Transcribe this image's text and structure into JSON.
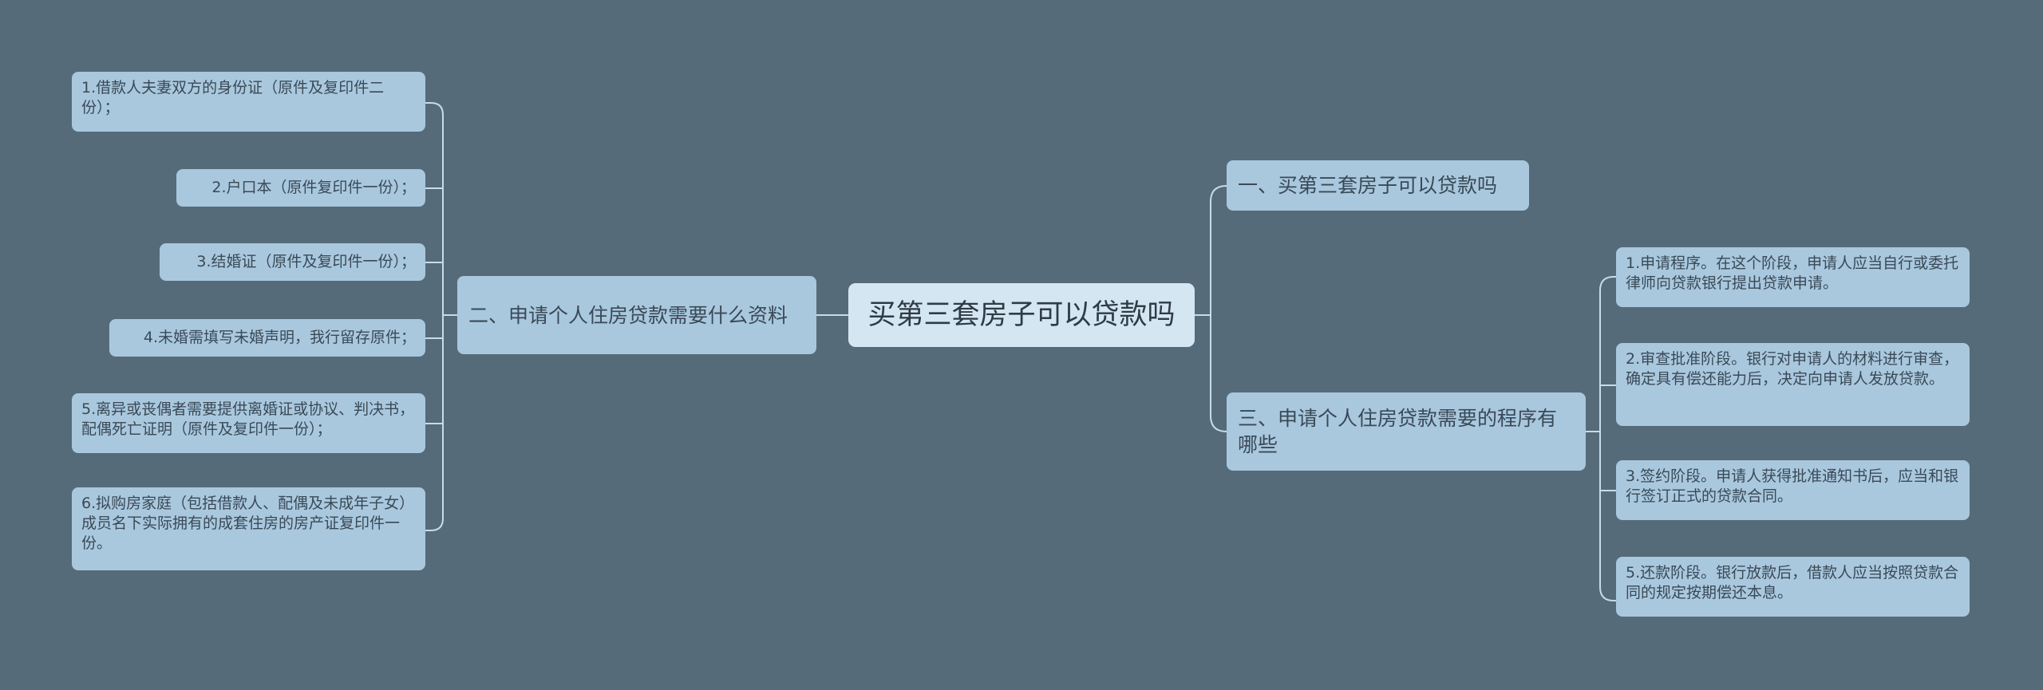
{
  "root": {
    "label": "买第三套房子可以贷款吗"
  },
  "left_branch": {
    "label": "二、申请个人住房贷款需要什么资料",
    "items": [
      "1.借款人夫妻双方的身份证（原件及复印件二份）；",
      "2.户口本（原件复印件一份）；",
      "3.结婚证（原件及复印件一份）；",
      "4.未婚需填写未婚声明，我行留存原件；",
      "5.离异或丧偶者需要提供离婚证或协议、判决书，配偶死亡证明（原件及复印件一份）；",
      "6.拟购房家庭（包括借款人、配偶及未成年子女）成员名下实际拥有的成套住房的房产证复印件一份。"
    ]
  },
  "right_branches": [
    {
      "label": "一、买第三套房子可以贷款吗",
      "items": []
    },
    {
      "label": "三、申请个人住房贷款需要的程序有哪些",
      "items": [
        "1.申请程序。在这个阶段，申请人应当自行或委托律师向贷款银行提出贷款申请。",
        "2.审查批准阶段。银行对申请人的材料进行审查，确定具有偿还能力后，决定向申请人发放贷款。",
        "3.签约阶段。申请人获得批准通知书后，应当和银行签订正式的贷款合同。",
        "5.还款阶段。银行放款后，借款人应当按照贷款合同的规定按期偿还本息。"
      ]
    }
  ],
  "colors": {
    "background": "#566b79",
    "node": "#a9c8de",
    "root": "#d3e6f2",
    "connector": "#c5dcea"
  }
}
